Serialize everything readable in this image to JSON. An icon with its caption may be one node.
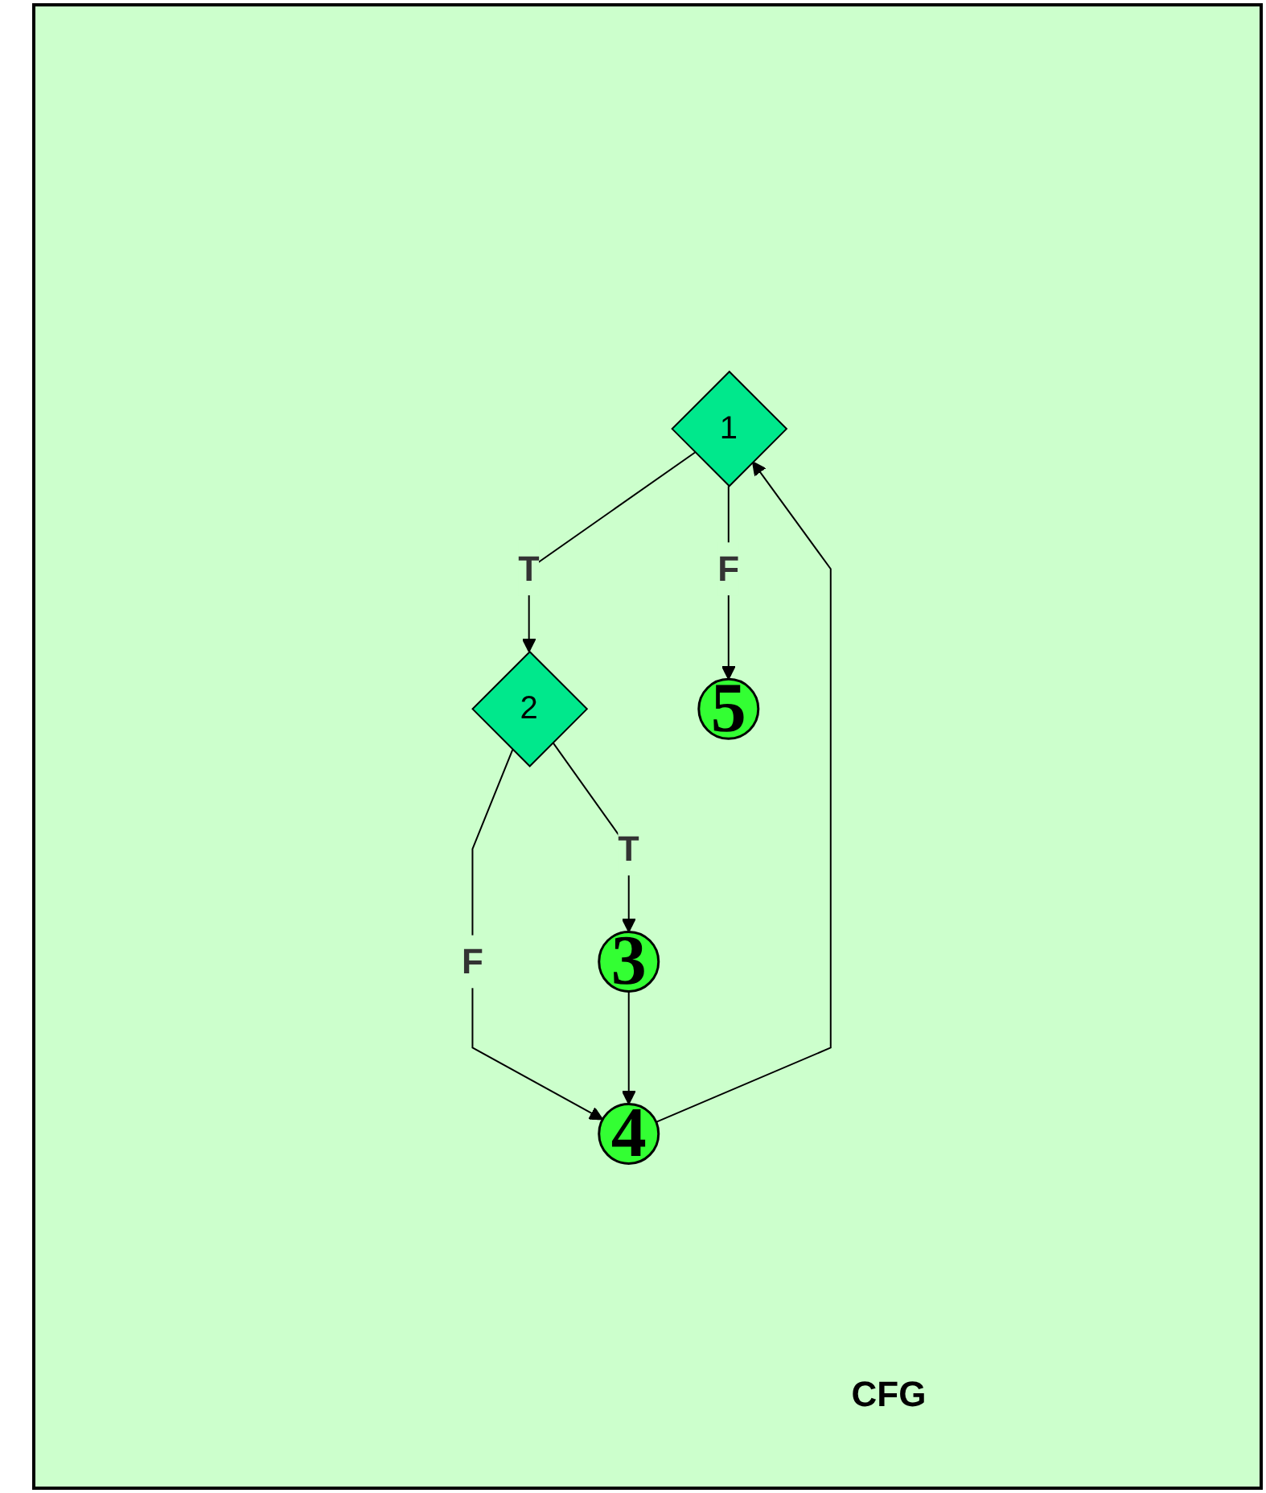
{
  "diagram": {
    "nodes": [
      {
        "text": [
          "1"
        ]
      },
      {
        "text": [
          "2"
        ]
      },
      {
        "text": [
          "4"
        ]
      },
      {
        "text": [
          "3"
        ]
      },
      {
        "text": [
          "5"
        ]
      }
    ],
    "edges": [
      {
        "from": 0,
        "to": 4,
        "arrow": "to",
        "label": "F"
      },
      {
        "from": 0,
        "to": 1,
        "arrow": "to",
        "label": "T"
      },
      {
        "from": 1,
        "to": 2,
        "arrow": "to",
        "label": "F"
      },
      {
        "from": 1,
        "to": 3,
        "arrow": "to",
        "label": "T"
      },
      {
        "from": 3,
        "to": 2,
        "arrow": "to"
      },
      {
        "from": 2,
        "to": 0,
        "arrow": "to"
      }
    ],
    "labels": [
      "CFG"
    ]
  }
}
